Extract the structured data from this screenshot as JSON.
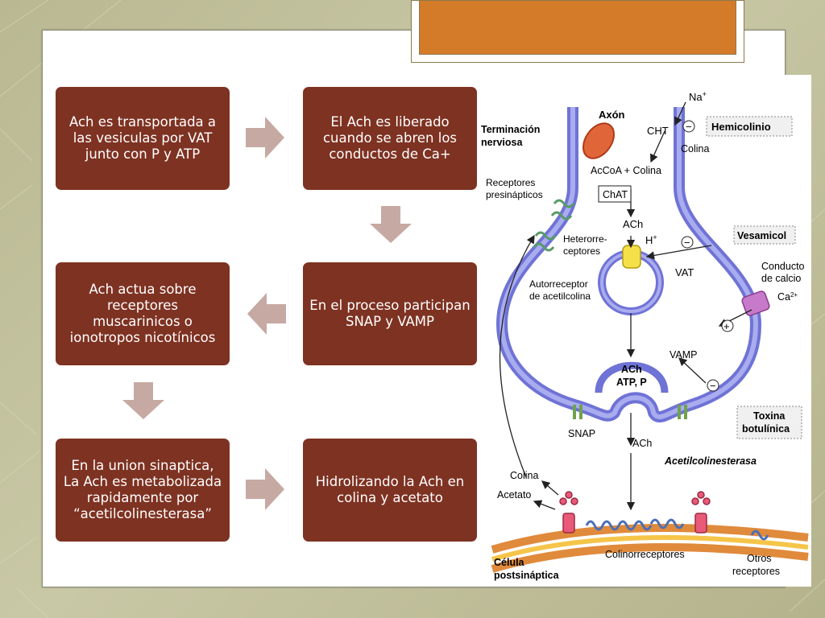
{
  "boxes": {
    "b1": "Ach es transportada a las vesiculas por VAT junto con P y ATP",
    "b2": "El Ach es liberado cuando se abren los conductos de Ca+",
    "b3": "Ach actua sobre receptores muscarinicos o ionotropos nicotínicos",
    "b4": "En el proceso participan SNAP y VAMP",
    "b5": "En la union sinaptica, La Ach es metabolizada rapidamente por “acetilcolinesterasa”",
    "b6": "Hidrolizando la Ach en colina y acetato"
  },
  "figure": {
    "axon": "Axón",
    "na": "Na",
    "na_sup": "+",
    "terminal1": "Terminación",
    "terminal2": "nerviosa",
    "cht": "CHT",
    "minus": "−",
    "plus": "+",
    "hemicolinio": "Hemicolinio",
    "colina": "Colina",
    "accoa": "AcCoA + Colina",
    "chat": "ChAT",
    "presyn1": "Receptores",
    "presyn2": "presinápticos",
    "ach": "ACh",
    "h": "H",
    "h_sup": "+",
    "vesamicol": "Vesamicol",
    "hetero1": "Heterorre-",
    "hetero2": "ceptores",
    "vat": "VAT",
    "calcio1": "Conducto",
    "calcio2": "de calcio",
    "ca": "Ca",
    "ca_sup": "2+",
    "auto1": "Autorreceptor",
    "auto2": "de acetilcolina",
    "vamp": "VAMP",
    "atp": "ATP, P",
    "toxina1": "Toxina",
    "toxina2": "botulínica",
    "snap": "SNAP",
    "ache": "Acetilcolinesterasa",
    "colina2": "Colina",
    "acetato": "Acetato",
    "celula1": "Célula",
    "celula2": "postsináptica",
    "colinorreceptores": "Colinorreceptores",
    "otros1": "Otros",
    "otros2": "receptores"
  },
  "colors": {
    "box": "#7e3222",
    "arrow": "#c7a9a3",
    "title_accent": "#d47b2a",
    "membrane": "#7b7fd8"
  }
}
